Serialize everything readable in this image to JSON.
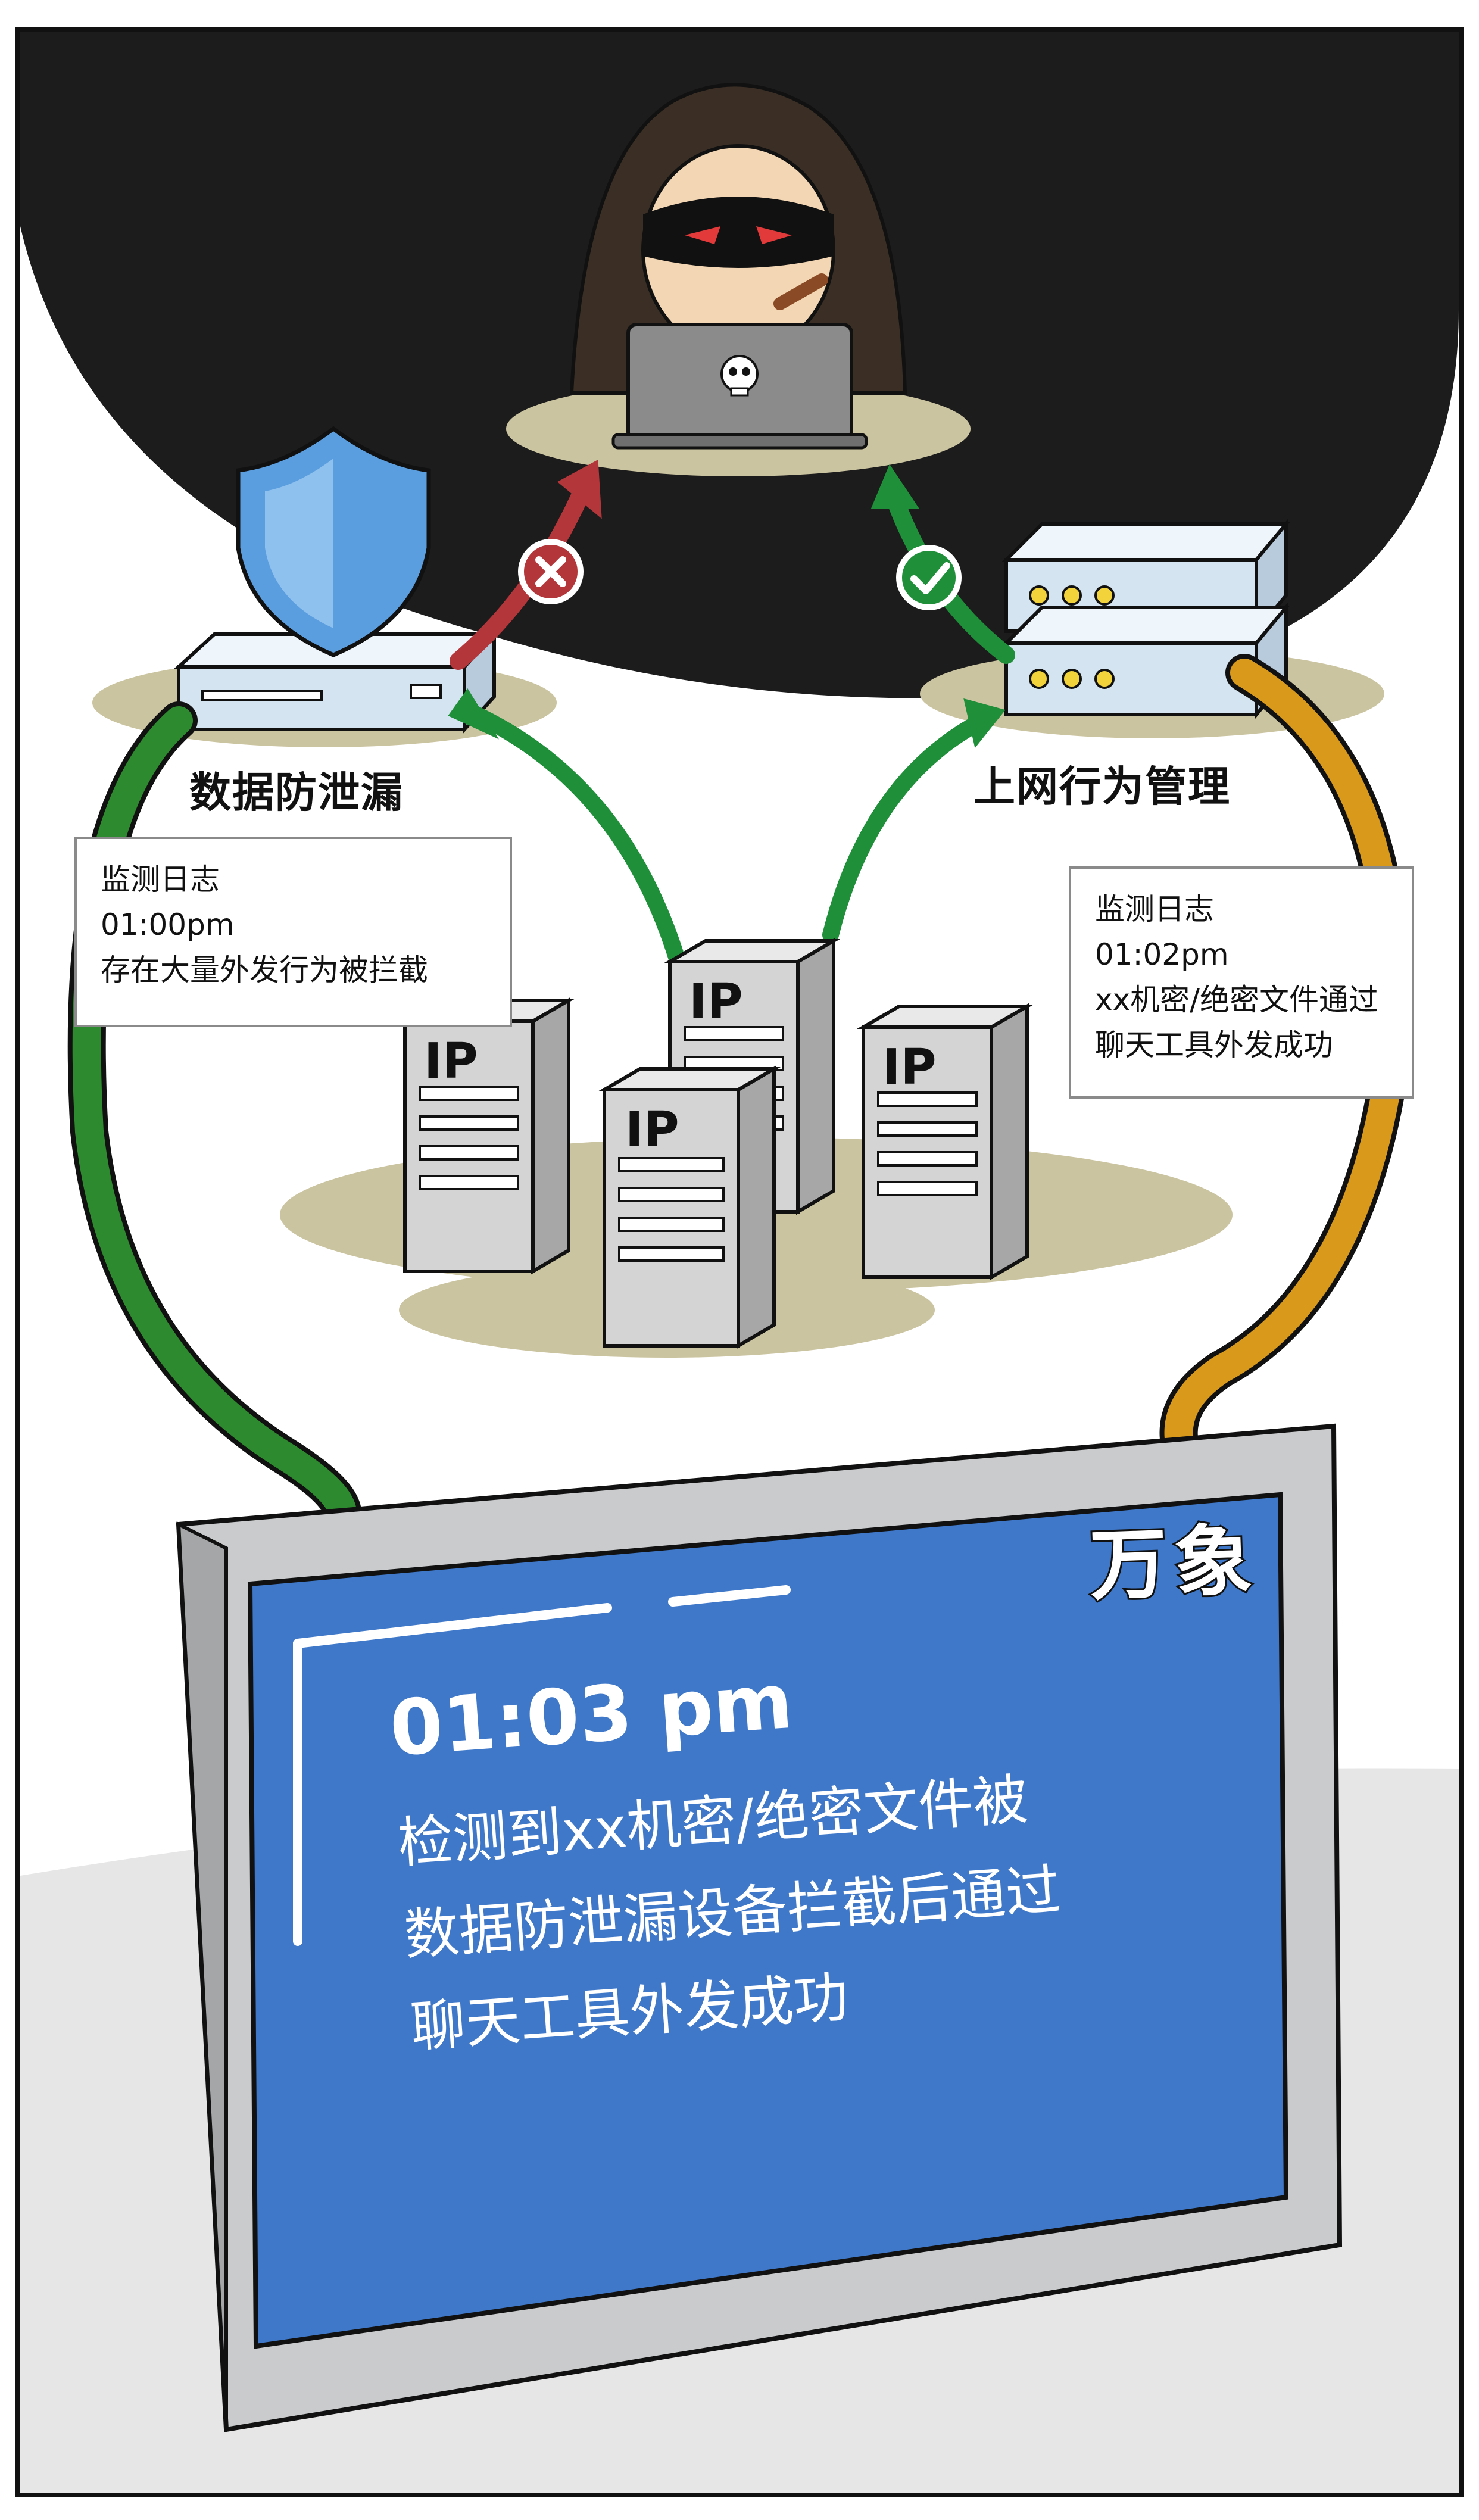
{
  "left_device": {
    "label": "数据防泄漏",
    "log": {
      "title": "监测日志",
      "time": "01:00pm",
      "message": "存在大量外发行为被拦截"
    }
  },
  "right_device": {
    "label": "上网行为管理",
    "log": {
      "title": "监测日志",
      "time": "01:02pm",
      "message_lines": [
        "xx机密/绝密文件通过",
        "聊天工具外发成功"
      ]
    }
  },
  "servers": {
    "tag": "IP"
  },
  "monitor": {
    "brand": "万象",
    "time": "01:03 pm",
    "lines": [
      "检测到xx机密/绝密文件被",
      "数据防泄漏设备拦截后通过",
      "聊天工具外发成功"
    ]
  },
  "colors": {
    "night": "#1c1c1c",
    "shadow_ellipse": "#cbc4a0",
    "cable_left": "#2e8a2e",
    "cable_right": "#d99a1c",
    "arrow_blocked": "#b3363a",
    "arrow_allowed": "#1f8f3a",
    "screen_blue": "#3f78c8",
    "monitor_frame": "#c9cbcd"
  },
  "icons": [
    "hacker-figure",
    "skull-icon",
    "shield-icon",
    "blocked-x-icon",
    "allowed-check-icon",
    "server-tower-icon"
  ]
}
